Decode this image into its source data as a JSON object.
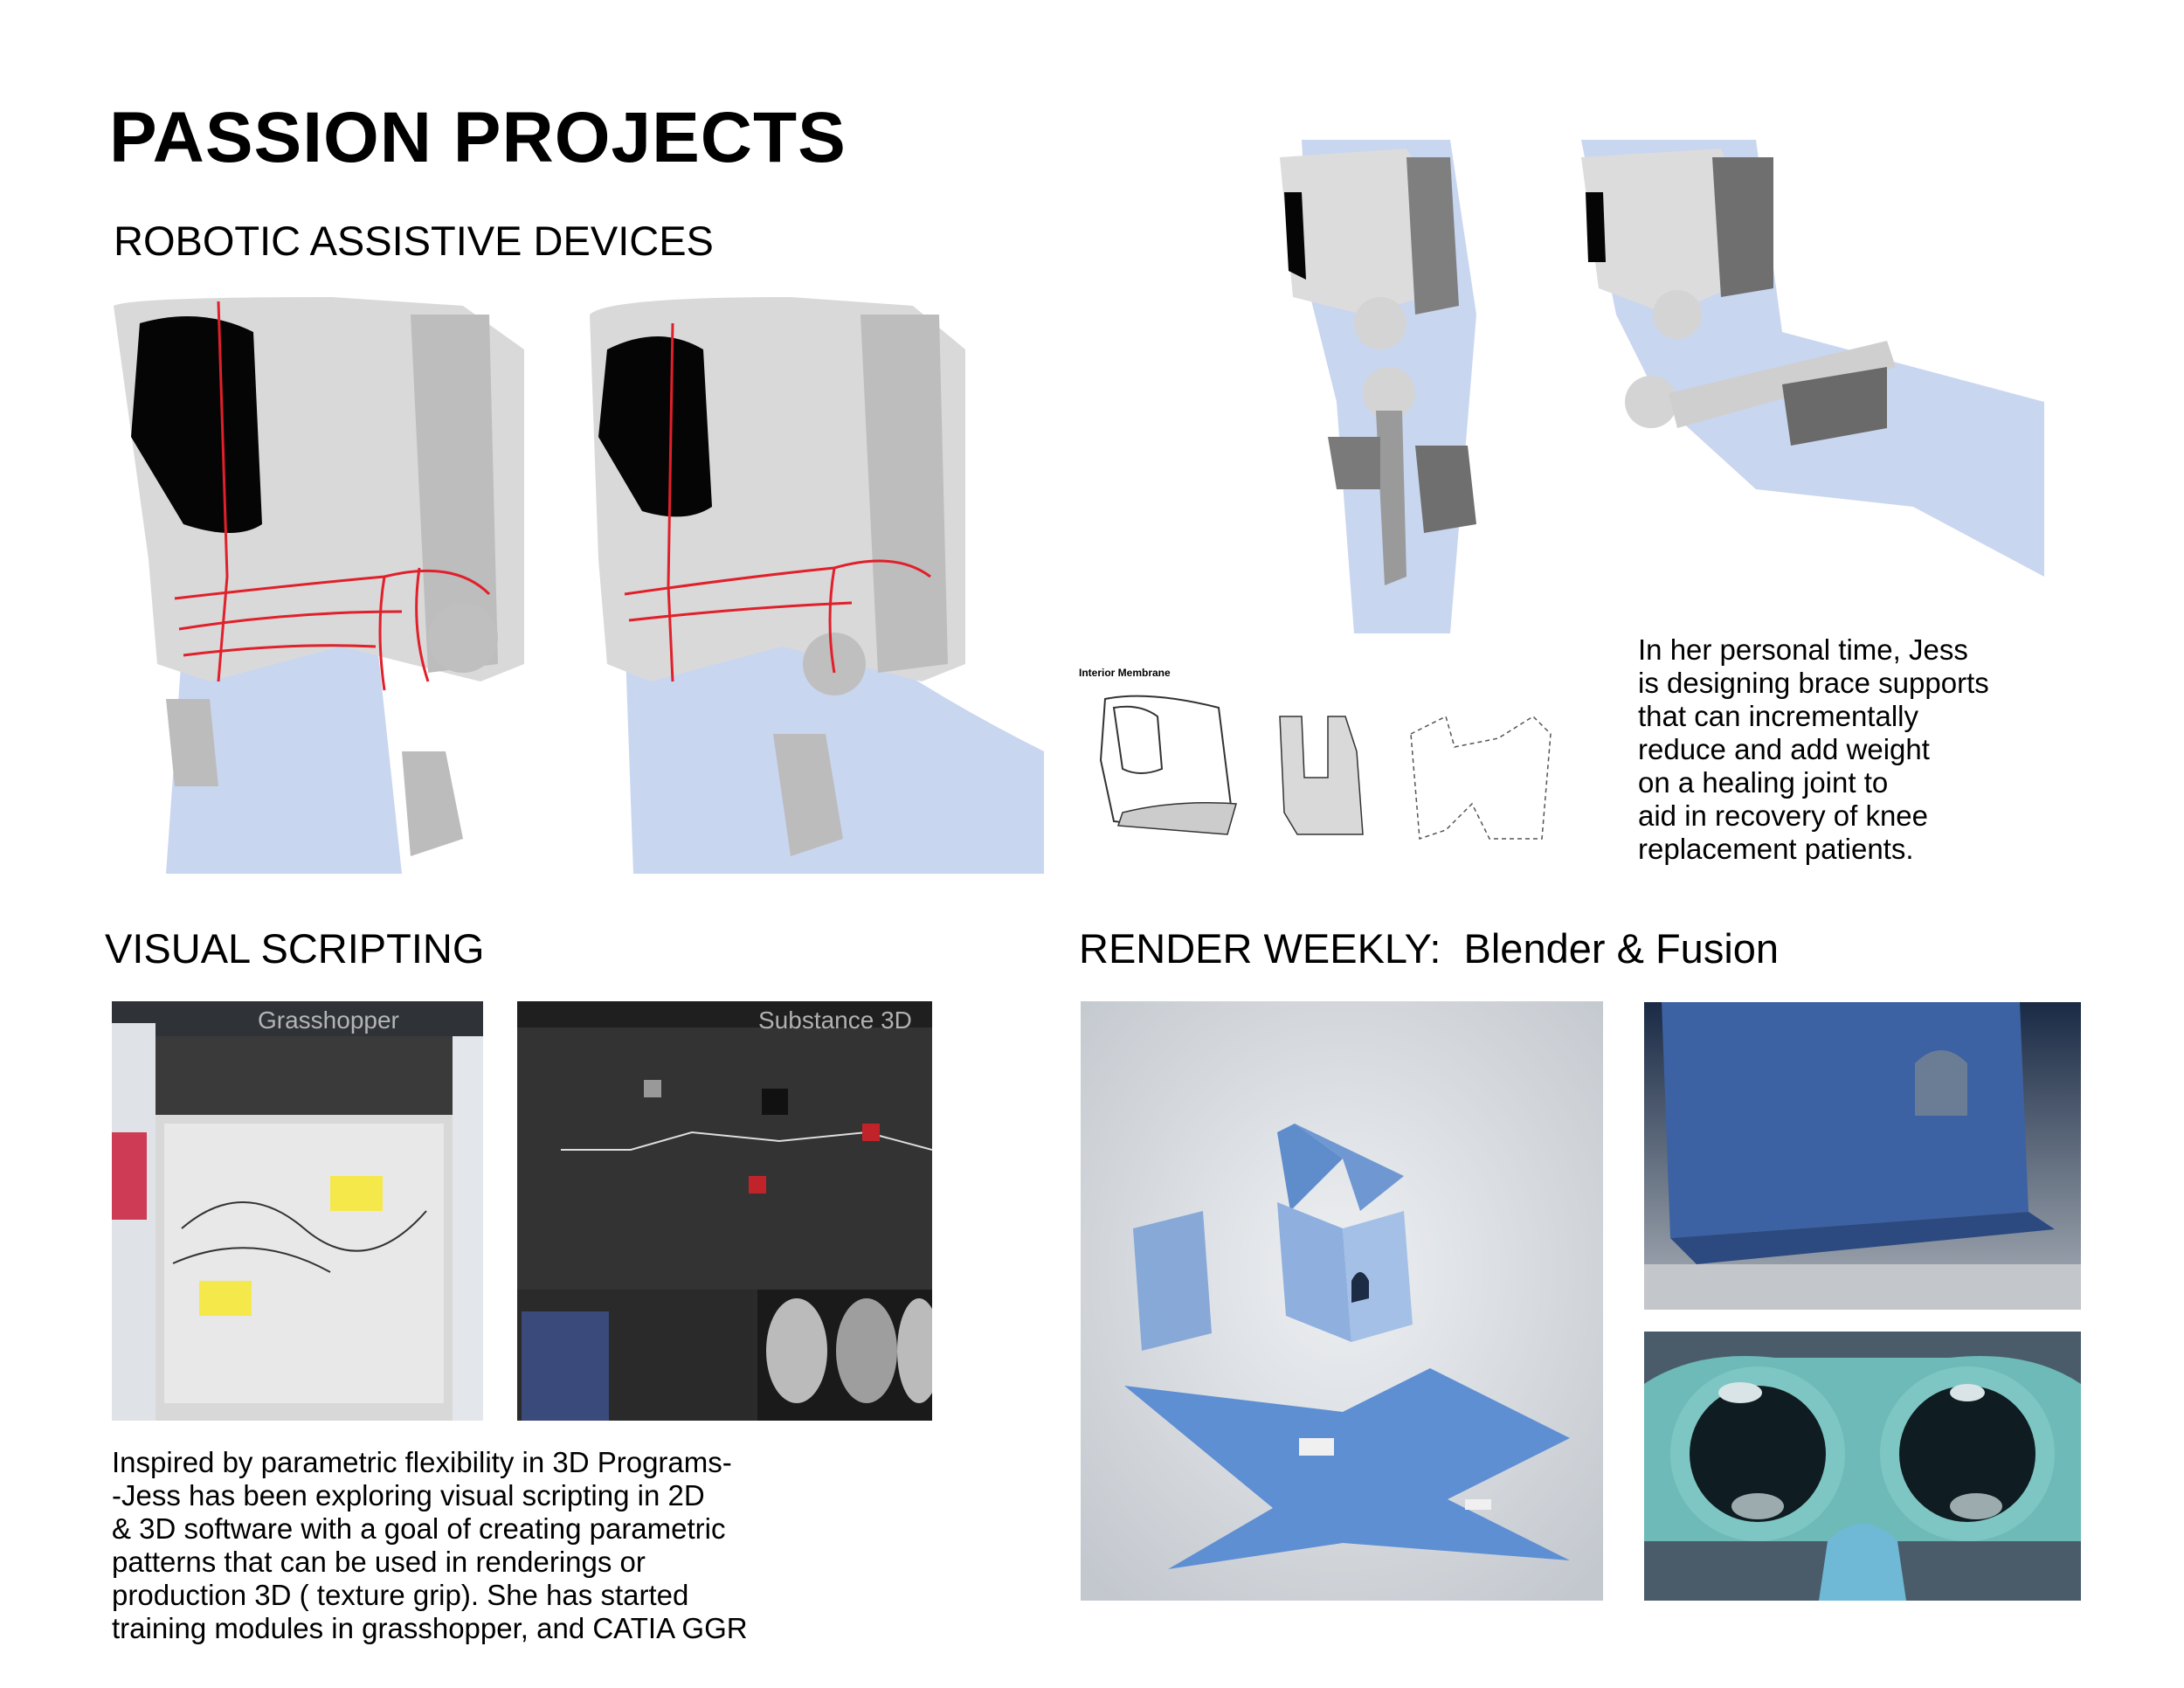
{
  "title": "PASSION PROJECTS",
  "sections": {
    "robotic": {
      "heading": "ROBOTIC ASSISTIVE DEVICES",
      "membrane_label": "Interior Membrane",
      "description_lines": [
        "In her personal time, Jess",
        "is designing brace supports",
        "that can incrementally",
        "reduce and add weight",
        "on a healing joint to",
        "aid in recovery of knee",
        "replacement patients."
      ]
    },
    "visual_scripting": {
      "heading": "VISUAL SCRIPTING",
      "screenshot_labels": [
        "Grasshopper",
        "Substance 3D"
      ],
      "description_lines": [
        "Inspired by parametric flexibility in 3D Programs-",
        "-Jess has been exploring visual scripting in 2D",
        "& 3D software with a goal of creating parametric",
        "patterns that can be used in renderings or",
        "production 3D ( texture grip). She has started",
        "training modules in grasshopper, and CATIA GGR"
      ]
    },
    "render_weekly": {
      "heading": "RENDER WEEKLY:  Blender & Fusion"
    }
  },
  "colors": {
    "brace_gray": "#c9c9c9",
    "leg_blue": "#c9d6f0",
    "sketch_red": "#e0202a",
    "render_blue": "#4f7fc4",
    "dark_ui": "#2b2b2b"
  }
}
